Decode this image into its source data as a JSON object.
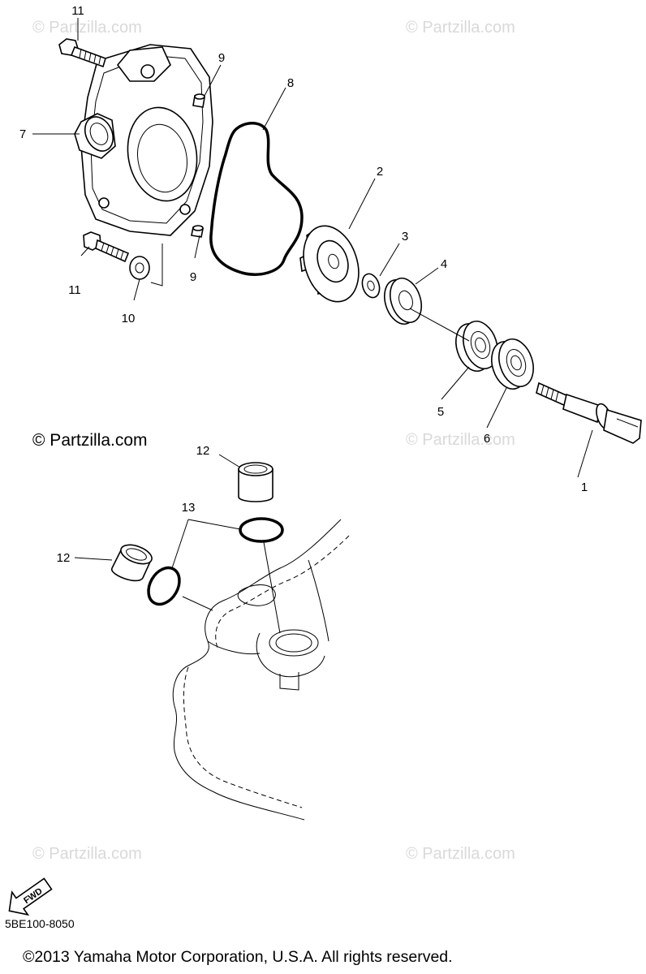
{
  "watermarks": {
    "faint": "© Partzilla.com",
    "dark": "© Partzilla.com"
  },
  "callouts": {
    "c1": "1",
    "c2": "2",
    "c3": "3",
    "c4": "4",
    "c5": "5",
    "c6": "6",
    "c7": "7",
    "c8": "8",
    "c9a": "9",
    "c9b": "9",
    "c10": "10",
    "c11a": "11",
    "c11b": "11",
    "c12a": "12",
    "c12b": "12",
    "c13": "13"
  },
  "fwd_label": "FWD",
  "diagram_code": "5BE100-8050",
  "copyright": "©2013  Yamaha Motor Corporation, U.S.A. All rights reserved."
}
